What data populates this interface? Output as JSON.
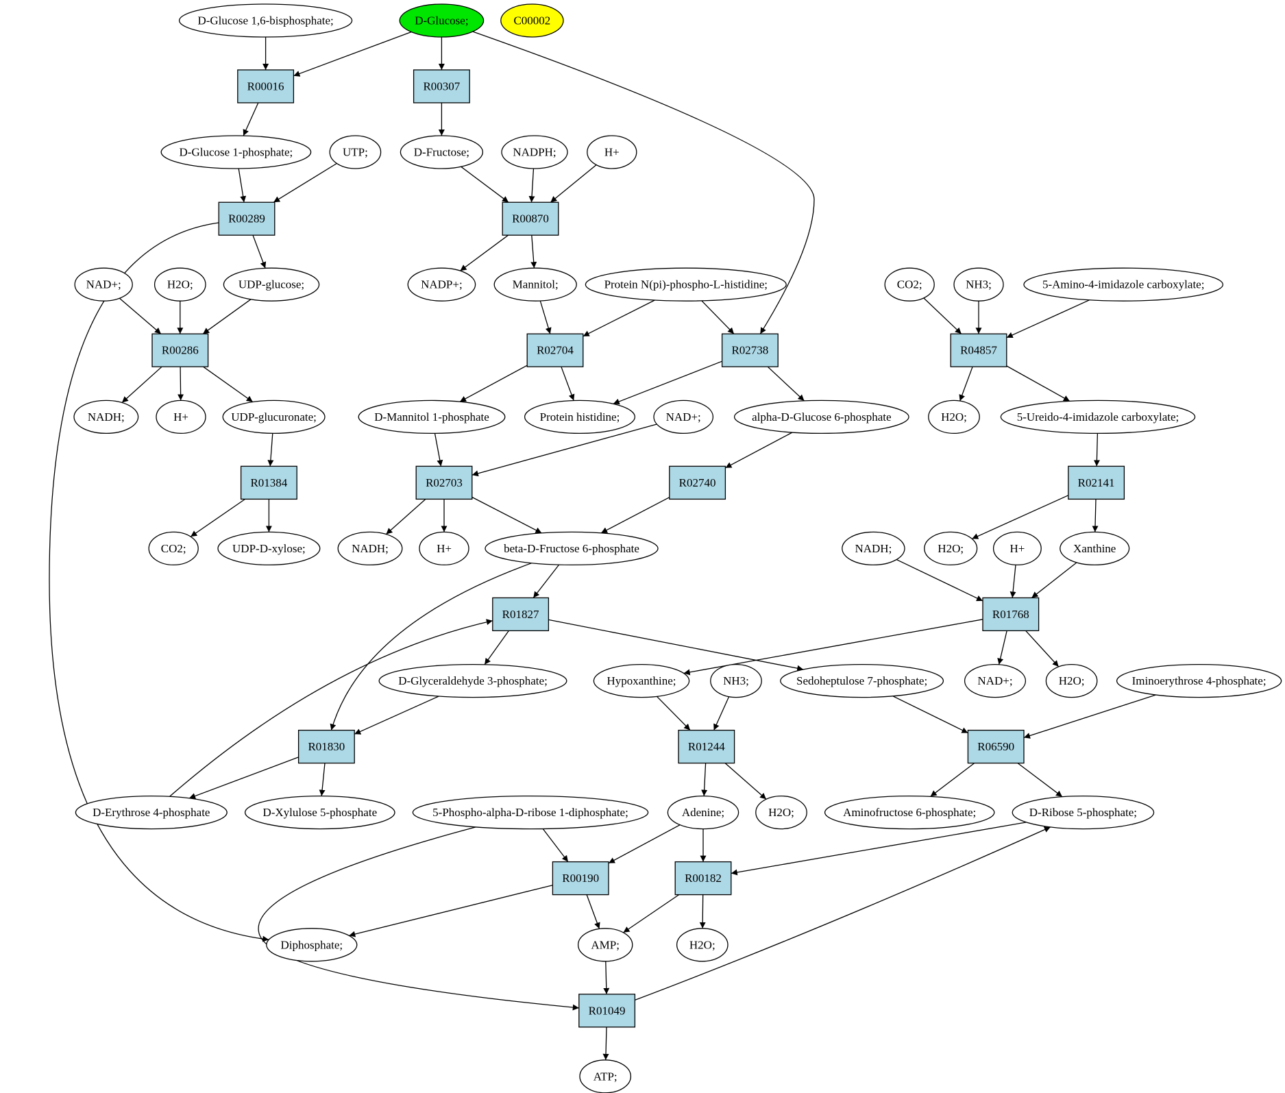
{
  "colors": {
    "reaction_fill": "#add8e6",
    "compound_fill": "#ffffff",
    "highlight_green": "#00e600",
    "highlight_yellow": "#ffff00",
    "stroke": "#000000"
  },
  "nodes": [
    {
      "id": "n_g16bp",
      "label": "D-Glucose 1,6-bisphosphate;",
      "kind": "compound"
    },
    {
      "id": "n_glucose",
      "label": "D-Glucose;",
      "kind": "compound",
      "fill": "green"
    },
    {
      "id": "n_c00002",
      "label": "C00002",
      "kind": "compound",
      "fill": "yellow"
    },
    {
      "id": "r_R00016",
      "label": "R00016",
      "kind": "reaction"
    },
    {
      "id": "r_R00307",
      "label": "R00307",
      "kind": "reaction"
    },
    {
      "id": "n_g1p",
      "label": "D-Glucose 1-phosphate;",
      "kind": "compound"
    },
    {
      "id": "n_utp",
      "label": "UTP;",
      "kind": "compound"
    },
    {
      "id": "n_fructose",
      "label": "D-Fructose;",
      "kind": "compound"
    },
    {
      "id": "n_nadph",
      "label": "NADPH;",
      "kind": "compound"
    },
    {
      "id": "n_hplus1",
      "label": "H+",
      "kind": "compound"
    },
    {
      "id": "r_R00289",
      "label": "R00289",
      "kind": "reaction"
    },
    {
      "id": "r_R00870",
      "label": "R00870",
      "kind": "reaction"
    },
    {
      "id": "n_nadp1",
      "label": "NAD+;",
      "kind": "compound"
    },
    {
      "id": "n_h2o1",
      "label": "H2O;",
      "kind": "compound"
    },
    {
      "id": "n_udpglc",
      "label": "UDP-glucose;",
      "kind": "compound"
    },
    {
      "id": "n_nadpplus",
      "label": "NADP+;",
      "kind": "compound"
    },
    {
      "id": "n_mannitol",
      "label": "Mannitol;",
      "kind": "compound"
    },
    {
      "id": "n_protnp",
      "label": "Protein N(pi)-phospho-L-histidine;",
      "kind": "compound"
    },
    {
      "id": "n_co2a",
      "label": "CO2;",
      "kind": "compound"
    },
    {
      "id": "n_nh3a",
      "label": "NH3;",
      "kind": "compound"
    },
    {
      "id": "n_aica",
      "label": "5-Amino-4-imidazole carboxylate;",
      "kind": "compound"
    },
    {
      "id": "r_R00286",
      "label": "R00286",
      "kind": "reaction"
    },
    {
      "id": "r_R02704",
      "label": "R02704",
      "kind": "reaction"
    },
    {
      "id": "r_R02738",
      "label": "R02738",
      "kind": "reaction"
    },
    {
      "id": "r_R04857",
      "label": "R04857",
      "kind": "reaction"
    },
    {
      "id": "n_nadh1",
      "label": "NADH;",
      "kind": "compound"
    },
    {
      "id": "n_hplus2",
      "label": "H+",
      "kind": "compound"
    },
    {
      "id": "n_udpglcua",
      "label": "UDP-glucuronate;",
      "kind": "compound"
    },
    {
      "id": "n_m1p",
      "label": "D-Mannitol 1-phosphate",
      "kind": "compound"
    },
    {
      "id": "n_prothis",
      "label": "Protein histidine;",
      "kind": "compound"
    },
    {
      "id": "n_nadp2",
      "label": "NAD+;",
      "kind": "compound"
    },
    {
      "id": "n_ag6p",
      "label": "alpha-D-Glucose 6-phosphate",
      "kind": "compound"
    },
    {
      "id": "n_h2o2",
      "label": "H2O;",
      "kind": "compound"
    },
    {
      "id": "n_uica",
      "label": "5-Ureido-4-imidazole carboxylate;",
      "kind": "compound"
    },
    {
      "id": "r_R01384",
      "label": "R01384",
      "kind": "reaction"
    },
    {
      "id": "r_R02703",
      "label": "R02703",
      "kind": "reaction"
    },
    {
      "id": "r_R02740",
      "label": "R02740",
      "kind": "reaction"
    },
    {
      "id": "r_R02141",
      "label": "R02141",
      "kind": "reaction"
    },
    {
      "id": "n_co2b",
      "label": "CO2;",
      "kind": "compound"
    },
    {
      "id": "n_udpxyl",
      "label": "UDP-D-xylose;",
      "kind": "compound"
    },
    {
      "id": "n_nadh2",
      "label": "NADH;",
      "kind": "compound"
    },
    {
      "id": "n_hplus3",
      "label": "H+",
      "kind": "compound"
    },
    {
      "id": "n_bf6p",
      "label": "beta-D-Fructose 6-phosphate",
      "kind": "compound"
    },
    {
      "id": "n_nadh3",
      "label": "NADH;",
      "kind": "compound"
    },
    {
      "id": "n_h2o3",
      "label": "H2O;",
      "kind": "compound"
    },
    {
      "id": "n_hplus4",
      "label": "H+",
      "kind": "compound"
    },
    {
      "id": "n_xanthine",
      "label": "Xanthine",
      "kind": "compound"
    },
    {
      "id": "r_R01827",
      "label": "R01827",
      "kind": "reaction"
    },
    {
      "id": "r_R01768",
      "label": "R01768",
      "kind": "reaction"
    },
    {
      "id": "n_g3p",
      "label": "D-Glyceraldehyde 3-phosphate;",
      "kind": "compound"
    },
    {
      "id": "n_hypox",
      "label": "Hypoxanthine;",
      "kind": "compound"
    },
    {
      "id": "n_nh3b",
      "label": "NH3;",
      "kind": "compound"
    },
    {
      "id": "n_s7p",
      "label": "Sedoheptulose 7-phosphate;",
      "kind": "compound"
    },
    {
      "id": "n_nadp3",
      "label": "NAD+;",
      "kind": "compound"
    },
    {
      "id": "n_h2o4",
      "label": "H2O;",
      "kind": "compound"
    },
    {
      "id": "n_ie4p",
      "label": "Iminoerythrose 4-phosphate;",
      "kind": "compound"
    },
    {
      "id": "r_R01830",
      "label": "R01830",
      "kind": "reaction"
    },
    {
      "id": "r_R01244",
      "label": "R01244",
      "kind": "reaction"
    },
    {
      "id": "r_R06590",
      "label": "R06590",
      "kind": "reaction"
    },
    {
      "id": "n_e4p",
      "label": "D-Erythrose 4-phosphate",
      "kind": "compound"
    },
    {
      "id": "n_xu5p",
      "label": "D-Xylulose 5-phosphate",
      "kind": "compound"
    },
    {
      "id": "n_prpp",
      "label": "5-Phospho-alpha-D-ribose 1-diphosphate;",
      "kind": "compound"
    },
    {
      "id": "n_adenine",
      "label": "Adenine;",
      "kind": "compound"
    },
    {
      "id": "n_h2o5",
      "label": "H2O;",
      "kind": "compound"
    },
    {
      "id": "n_af6p",
      "label": "Aminofructose 6-phosphate;",
      "kind": "compound"
    },
    {
      "id": "n_r5p",
      "label": "D-Ribose 5-phosphate;",
      "kind": "compound"
    },
    {
      "id": "r_R00190",
      "label": "R00190",
      "kind": "reaction"
    },
    {
      "id": "r_R00182",
      "label": "R00182",
      "kind": "reaction"
    },
    {
      "id": "n_diphos",
      "label": "Diphosphate;",
      "kind": "compound"
    },
    {
      "id": "n_amp",
      "label": "AMP;",
      "kind": "compound"
    },
    {
      "id": "n_h2o6",
      "label": "H2O;",
      "kind": "compound"
    },
    {
      "id": "r_R01049",
      "label": "R01049",
      "kind": "reaction"
    },
    {
      "id": "n_atp",
      "label": "ATP;",
      "kind": "compound"
    }
  ],
  "edges": [
    [
      "n_g16bp",
      "r_R00016"
    ],
    [
      "n_glucose",
      "r_R00016"
    ],
    [
      "n_glucose",
      "r_R00307"
    ],
    [
      "n_glucose",
      "r_R02738"
    ],
    [
      "r_R00016",
      "n_g1p"
    ],
    [
      "r_R00307",
      "n_fructose"
    ],
    [
      "n_g1p",
      "r_R00289"
    ],
    [
      "n_utp",
      "r_R00289"
    ],
    [
      "n_fructose",
      "r_R00870"
    ],
    [
      "n_nadph",
      "r_R00870"
    ],
    [
      "n_hplus1",
      "r_R00870"
    ],
    [
      "r_R00289",
      "n_udpglc"
    ],
    [
      "r_R00289",
      "n_diphos"
    ],
    [
      "r_R00870",
      "n_nadpplus"
    ],
    [
      "r_R00870",
      "n_mannitol"
    ],
    [
      "n_nadp1",
      "r_R00286"
    ],
    [
      "n_h2o1",
      "r_R00286"
    ],
    [
      "n_udpglc",
      "r_R00286"
    ],
    [
      "n_mannitol",
      "r_R02704"
    ],
    [
      "n_protnp",
      "r_R02704"
    ],
    [
      "n_protnp",
      "r_R02738"
    ],
    [
      "n_co2a",
      "r_R04857"
    ],
    [
      "n_nh3a",
      "r_R04857"
    ],
    [
      "n_aica",
      "r_R04857"
    ],
    [
      "r_R00286",
      "n_nadh1"
    ],
    [
      "r_R00286",
      "n_hplus2"
    ],
    [
      "r_R00286",
      "n_udpglcua"
    ],
    [
      "r_R02704",
      "n_m1p"
    ],
    [
      "r_R02704",
      "n_prothis"
    ],
    [
      "r_R02738",
      "n_prothis"
    ],
    [
      "r_R02738",
      "n_ag6p"
    ],
    [
      "r_R04857",
      "n_h2o2"
    ],
    [
      "r_R04857",
      "n_uica"
    ],
    [
      "n_udpglcua",
      "r_R01384"
    ],
    [
      "n_m1p",
      "r_R02703"
    ],
    [
      "n_nadp2",
      "r_R02703"
    ],
    [
      "n_ag6p",
      "r_R02740"
    ],
    [
      "n_uica",
      "r_R02141"
    ],
    [
      "r_R01384",
      "n_co2b"
    ],
    [
      "r_R01384",
      "n_udpxyl"
    ],
    [
      "r_R02703",
      "n_nadh2"
    ],
    [
      "r_R02703",
      "n_hplus3"
    ],
    [
      "r_R02703",
      "n_bf6p"
    ],
    [
      "r_R02740",
      "n_bf6p"
    ],
    [
      "r_R02141",
      "n_h2o3"
    ],
    [
      "r_R02141",
      "n_xanthine"
    ],
    [
      "n_bf6p",
      "r_R01827"
    ],
    [
      "n_bf6p",
      "r_R01830"
    ],
    [
      "n_nadh3",
      "r_R01768"
    ],
    [
      "n_hplus4",
      "r_R01768"
    ],
    [
      "n_xanthine",
      "r_R01768"
    ],
    [
      "r_R01827",
      "n_g3p"
    ],
    [
      "r_R01827",
      "n_s7p"
    ],
    [
      "r_R01768",
      "n_hypox"
    ],
    [
      "r_R01768",
      "n_nadp3"
    ],
    [
      "r_R01768",
      "n_h2o4"
    ],
    [
      "n_g3p",
      "r_R01830"
    ],
    [
      "n_hypox",
      "r_R01244"
    ],
    [
      "n_nh3b",
      "r_R01244"
    ],
    [
      "n_s7p",
      "r_R06590"
    ],
    [
      "n_ie4p",
      "r_R06590"
    ],
    [
      "r_R01830",
      "n_e4p"
    ],
    [
      "r_R01830",
      "n_xu5p"
    ],
    [
      "n_e4p",
      "r_R01827"
    ],
    [
      "r_R01244",
      "n_adenine"
    ],
    [
      "r_R01244",
      "n_h2o5"
    ],
    [
      "r_R06590",
      "n_af6p"
    ],
    [
      "r_R06590",
      "n_r5p"
    ],
    [
      "n_prpp",
      "r_R00190"
    ],
    [
      "n_prpp",
      "r_R01049"
    ],
    [
      "n_adenine",
      "r_R00190"
    ],
    [
      "n_adenine",
      "r_R00182"
    ],
    [
      "n_r5p",
      "r_R00182"
    ],
    [
      "r_R00190",
      "n_diphos"
    ],
    [
      "r_R00190",
      "n_amp"
    ],
    [
      "r_R00182",
      "n_amp"
    ],
    [
      "r_R00182",
      "n_h2o6"
    ],
    [
      "n_amp",
      "r_R01049"
    ],
    [
      "r_R01049",
      "n_atp"
    ],
    [
      "r_R01049",
      "n_r5p"
    ]
  ]
}
